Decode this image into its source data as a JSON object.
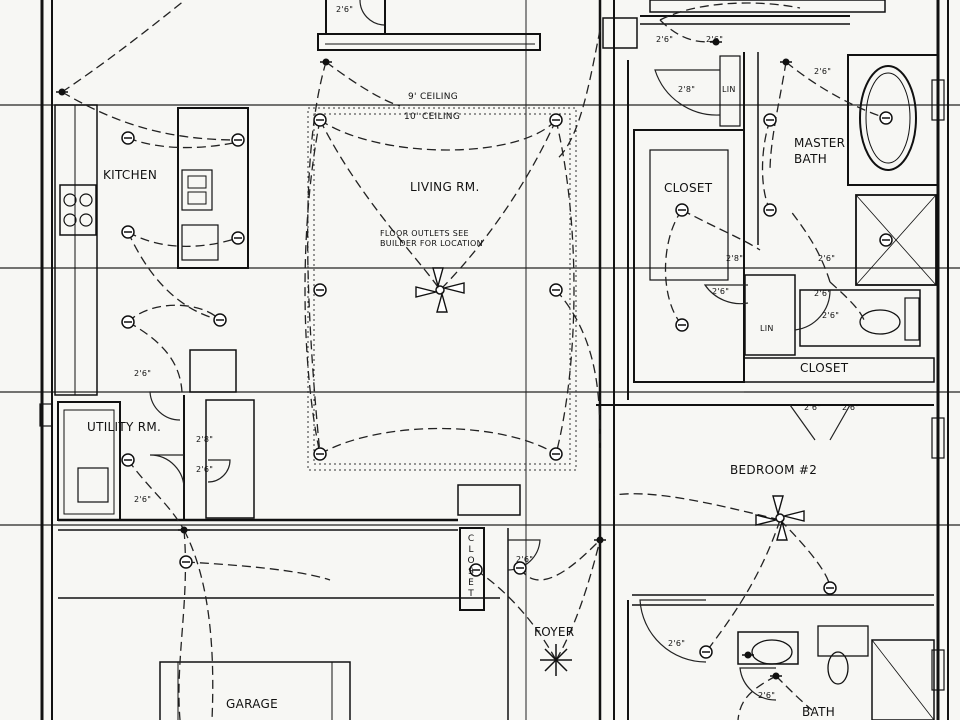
{
  "rooms": {
    "kitchen": "KITCHEN",
    "living": "LIVING RM.",
    "utility": "UTILITY RM.",
    "garage": "GARAGE",
    "closet_master": "CLOSET",
    "master_bath_line1": "MASTER",
    "master_bath_line2": "BATH",
    "closet_lower": "CLOSET",
    "bedroom2": "BEDROOM #2",
    "foyer": "FOYER",
    "closet_foyer": "CLOSET",
    "bath": "BATH",
    "linen_upper": "LIN",
    "linen_lower": "LIN"
  },
  "notes": {
    "ceiling_9": "9' CEILING",
    "ceiling_10": "10' CEILING",
    "floor_outlet_line1": "FLOOR OUTLETS SEE",
    "floor_outlet_line2": "BUILDER FOR LOCATION"
  },
  "door_sizes": {
    "d1": "2'6\"",
    "d2": "2'6\"",
    "d3": "2'6\"",
    "d4": "2'8\"",
    "d5": "2'6\"",
    "d6": "2'8\"",
    "d7": "2'6\"",
    "d8": "2'6\"",
    "d9": "2'6\"",
    "d10": "2'6\"",
    "d11": "2'6\"",
    "d12": "2'6\"",
    "d13": "2'8\"",
    "d14": "2'6\"",
    "d15": "2'6\"",
    "d16": "2'6\"",
    "d17": "2'6\"",
    "d18": "2'6\"",
    "d19": "2'6\""
  }
}
